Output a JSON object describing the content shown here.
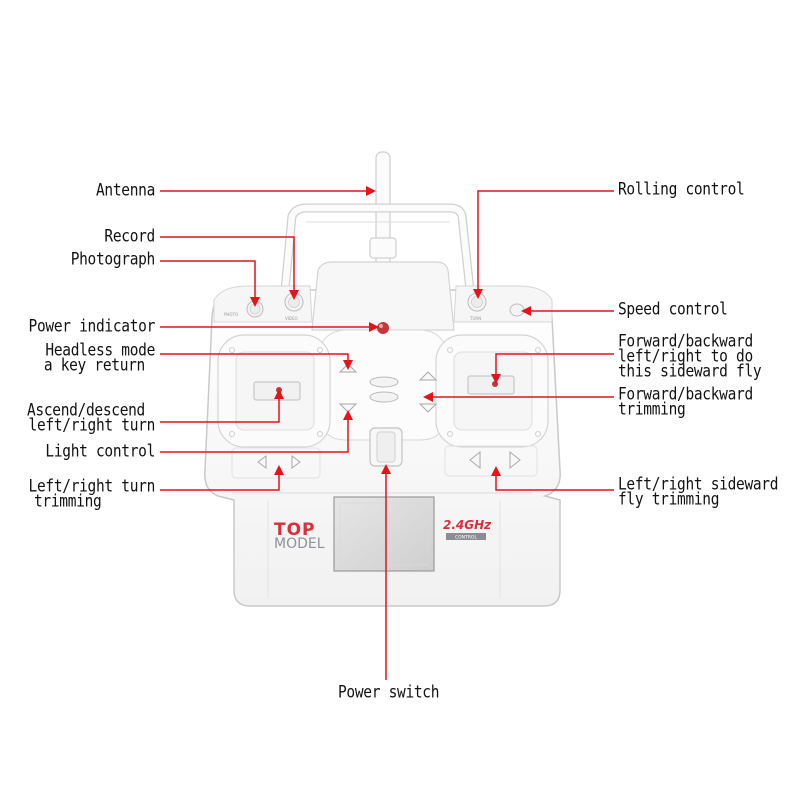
{
  "labels": {
    "antenna": "Antenna",
    "record": "Record",
    "photograph": "Photograph",
    "power_indicator": "Power indicator",
    "headless_mode_1": "Headless mode",
    "headless_mode_2": "a key return",
    "ascend_descend_1": "Ascend/descend",
    "ascend_descend_2": "left/right turn",
    "light_control": "Light control",
    "lr_turn_trimming_1": "Left/right turn",
    "lr_turn_trimming_2": "trimming",
    "rolling_control": "Rolling control",
    "speed_control": "Speed control",
    "fwd_back_fly_1": "Forward/backward",
    "fwd_back_fly_2": "left/right to do",
    "fwd_back_fly_3": "this sideward fly",
    "fwd_back_trim_1": "Forward/backward",
    "fwd_back_trim_2": "trimming",
    "lr_sideward_trim_1": "Left/right sideward",
    "lr_sideward_trim_2": "fly trimming",
    "power_switch": "Power switch"
  },
  "device": {
    "brand_top": "TOP",
    "brand_model": "MODEL",
    "frequency": "2.4GHz",
    "frequency_sub": "CONTROL",
    "button_photo": "PHOTO",
    "button_video": "VIDEO",
    "button_turn": "TURN"
  },
  "colors": {
    "leader_line": "#e4141b",
    "body": "#fafafa",
    "outline": "#c8c8c8",
    "indicator": "#b0262c",
    "brand": "#d92f3a"
  },
  "icons": [
    "antenna-icon",
    "power-led-icon",
    "gimbal-icon",
    "trim-arrow-icon",
    "lcd-screen-icon",
    "power-switch-icon"
  ]
}
